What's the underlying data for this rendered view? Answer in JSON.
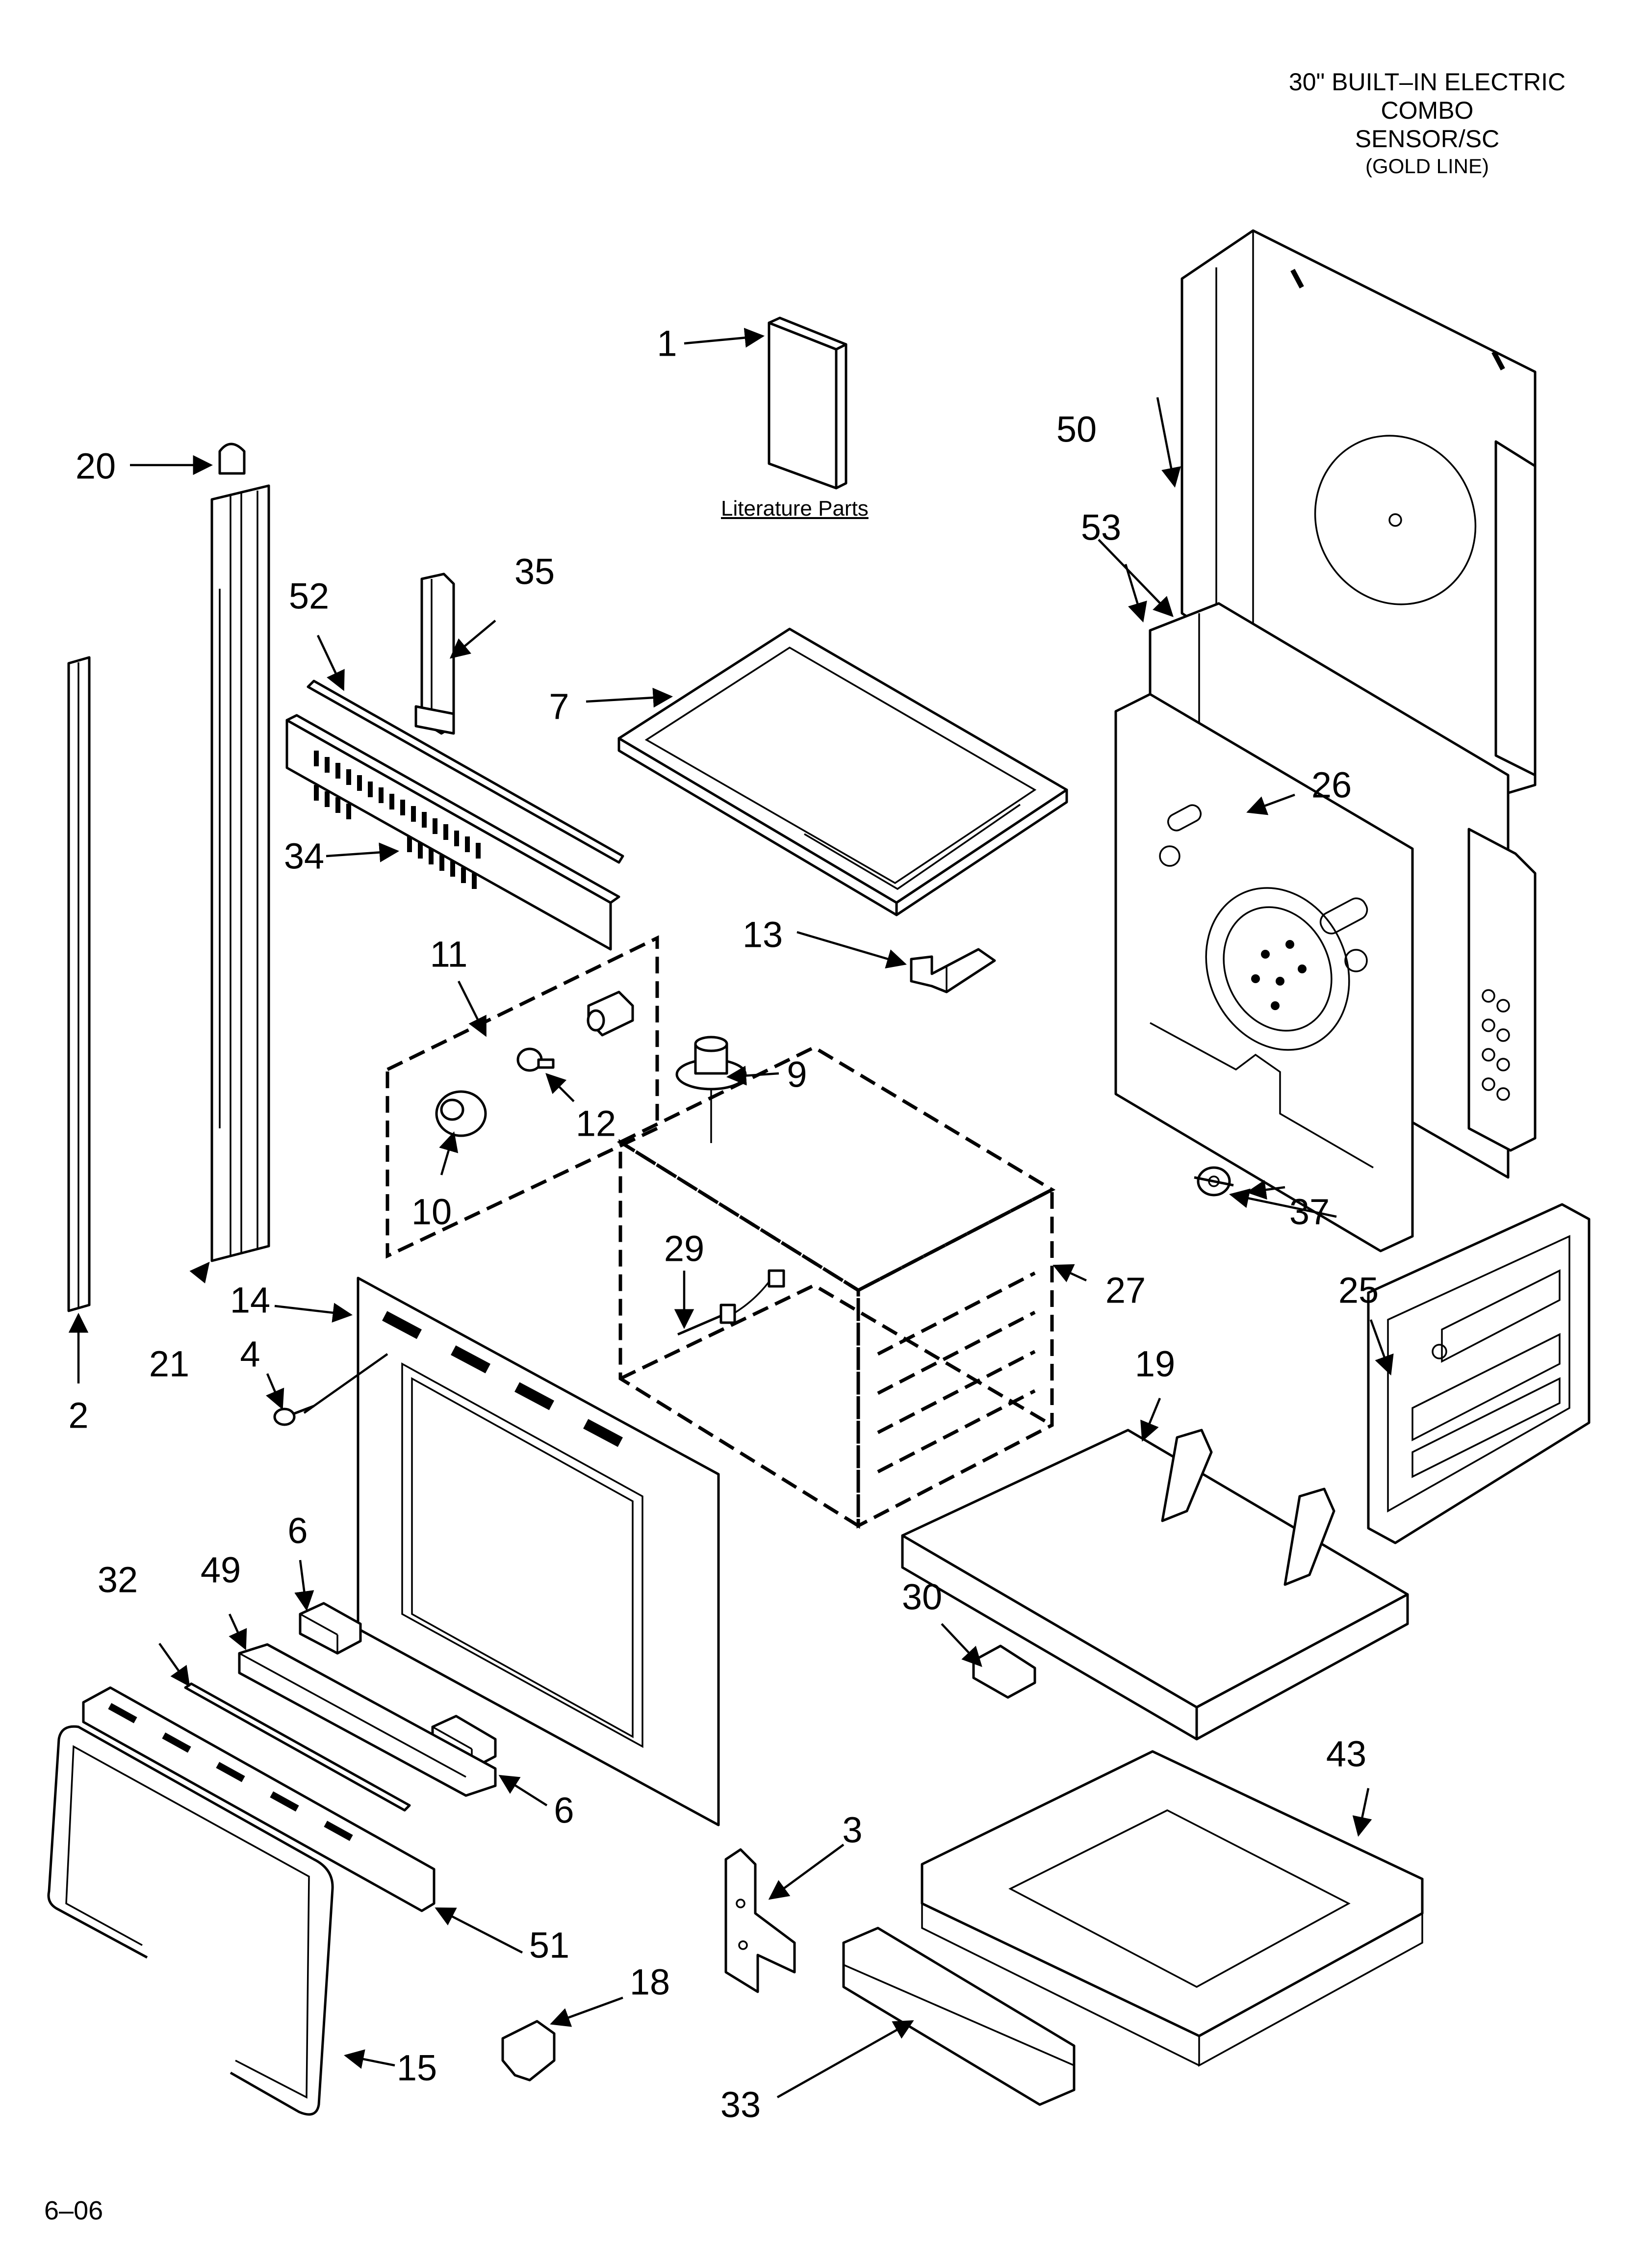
{
  "header": {
    "line1": "30\" BUILT–IN ELECTRIC",
    "line2": "COMBO",
    "line3": "SENSOR/SC",
    "line4": "(GOLD LINE)"
  },
  "literature_label": "Literature Parts",
  "footer_code": "6–06",
  "callouts": [
    {
      "id": "c1",
      "label": "1"
    },
    {
      "id": "c2",
      "label": "2"
    },
    {
      "id": "c3",
      "label": "3"
    },
    {
      "id": "c4",
      "label": "4"
    },
    {
      "id": "c6a",
      "label": "6"
    },
    {
      "id": "c6b",
      "label": "6"
    },
    {
      "id": "c7",
      "label": "7"
    },
    {
      "id": "c9",
      "label": "9"
    },
    {
      "id": "c10",
      "label": "10"
    },
    {
      "id": "c11",
      "label": "11"
    },
    {
      "id": "c12",
      "label": "12"
    },
    {
      "id": "c13",
      "label": "13"
    },
    {
      "id": "c14",
      "label": "14"
    },
    {
      "id": "c15",
      "label": "15"
    },
    {
      "id": "c18",
      "label": "18"
    },
    {
      "id": "c19",
      "label": "19"
    },
    {
      "id": "c20",
      "label": "20"
    },
    {
      "id": "c21",
      "label": "21"
    },
    {
      "id": "c25",
      "label": "25"
    },
    {
      "id": "c26",
      "label": "26"
    },
    {
      "id": "c27",
      "label": "27"
    },
    {
      "id": "c29",
      "label": "29"
    },
    {
      "id": "c30",
      "label": "30"
    },
    {
      "id": "c32",
      "label": "32"
    },
    {
      "id": "c33",
      "label": "33"
    },
    {
      "id": "c34",
      "label": "34"
    },
    {
      "id": "c35",
      "label": "35"
    },
    {
      "id": "c37",
      "label": "37"
    },
    {
      "id": "c43",
      "label": "43"
    },
    {
      "id": "c49",
      "label": "49"
    },
    {
      "id": "c50",
      "label": "50"
    },
    {
      "id": "c51",
      "label": "51"
    },
    {
      "id": "c52",
      "label": "52"
    },
    {
      "id": "c53",
      "label": "53"
    }
  ]
}
